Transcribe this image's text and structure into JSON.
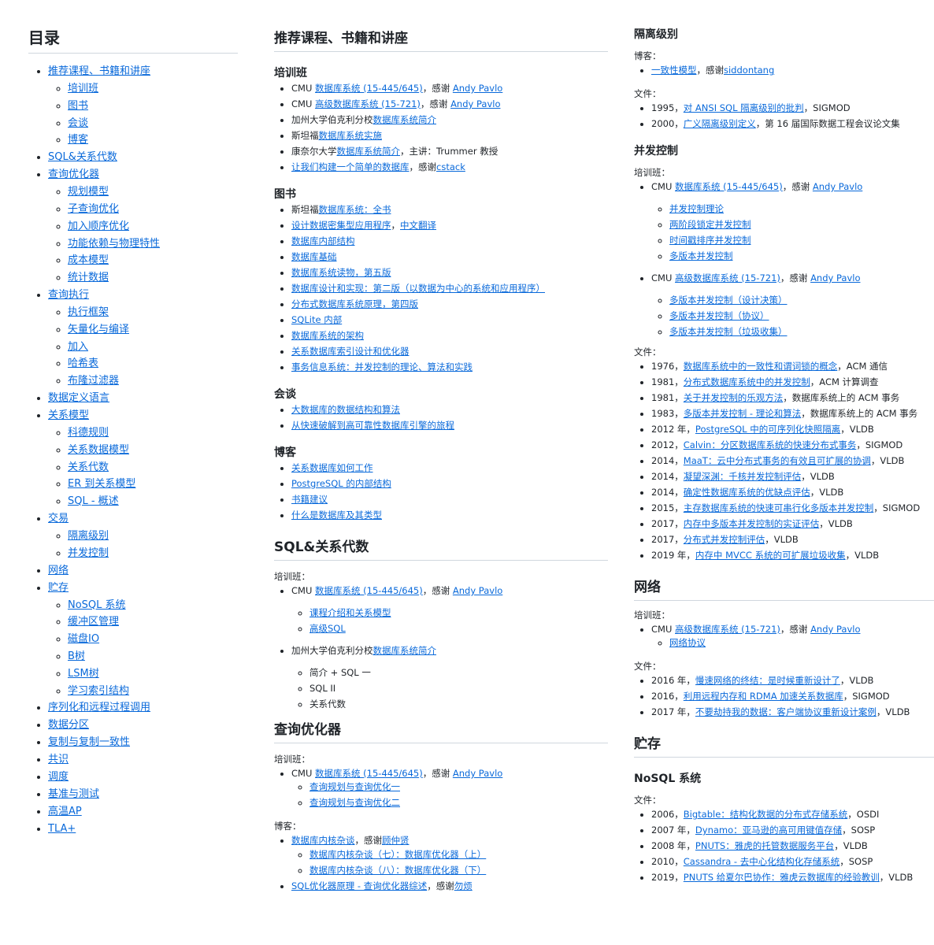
{
  "toc": {
    "title": "目录",
    "items": [
      {
        "label": "推荐课程、书籍和讲座",
        "children": [
          "培训班",
          "图书",
          "会谈",
          "博客"
        ]
      },
      {
        "label": "SQL&关系代数",
        "children": []
      },
      {
        "label": "查询优化器",
        "children": [
          "规划模型",
          "子查询优化",
          "加入顺序优化",
          "功能依赖与物理特性",
          "成本模型",
          "统计数据"
        ]
      },
      {
        "label": "查询执行",
        "children": [
          "执行框架",
          "矢量化与编译",
          "加入",
          "哈希表",
          "布隆过滤器"
        ]
      },
      {
        "label": "数据定义语言",
        "children": []
      },
      {
        "label": "关系模型",
        "children": [
          "科德规则",
          "关系数据模型",
          "关系代数",
          "ER 到关系模型",
          "SQL - 概述"
        ]
      },
      {
        "label": "交易",
        "children": [
          "隔离级别",
          "并发控制"
        ]
      },
      {
        "label": "网络",
        "children": []
      },
      {
        "label": "贮存",
        "children": [
          "NoSQL 系统",
          "缓冲区管理",
          "磁盘IO",
          "B树",
          "LSM树",
          "学习索引结构"
        ]
      },
      {
        "label": "序列化和远程过程调用",
        "children": []
      },
      {
        "label": "数据分区",
        "children": []
      },
      {
        "label": "复制与复制一致性",
        "children": []
      },
      {
        "label": "共识",
        "children": []
      },
      {
        "label": "调度",
        "children": []
      },
      {
        "label": "基准与测试",
        "children": []
      },
      {
        "label": "高温AP",
        "children": []
      },
      {
        "label": "TLA+",
        "children": []
      }
    ]
  },
  "recommend": {
    "title": "推荐课程、书籍和讲座",
    "training": {
      "title": "培训班",
      "items": [
        {
          "pre": "CMU ",
          "link": "数据库系统 (15-445/645)",
          "mid": "，感谢 ",
          "link2": "Andy Pavlo",
          "post": ""
        },
        {
          "pre": "CMU ",
          "link": "高级数据库系统 (15-721)",
          "mid": "，感谢 ",
          "link2": "Andy Pavlo",
          "post": ""
        },
        {
          "pre": "加州大学伯克利分校",
          "link": "数据库系统简介",
          "mid": "",
          "link2": "",
          "post": ""
        },
        {
          "pre": "斯坦福",
          "link": "数据库系统实施",
          "mid": "",
          "link2": "",
          "post": ""
        },
        {
          "pre": "康奈尔大学",
          "link": "数据库系统简介",
          "mid": "，主讲：Trummer 教授",
          "link2": "",
          "post": ""
        },
        {
          "pre": "",
          "link": "让我们构建一个简单的数据库",
          "mid": "，感谢",
          "link2": "cstack",
          "post": ""
        }
      ]
    },
    "books": {
      "title": "图书",
      "items": [
        {
          "pre": "斯坦福",
          "link": "数据库系统：全书",
          "mid": "",
          "link2": "",
          "post": ""
        },
        {
          "pre": "",
          "link": "设计数据密集型应用程序",
          "mid": "，",
          "link2": "中文翻译",
          "post": ""
        },
        {
          "pre": "",
          "link": "数据库内部结构",
          "mid": "",
          "link2": "",
          "post": ""
        },
        {
          "pre": "",
          "link": "数据库基础",
          "mid": "",
          "link2": "",
          "post": ""
        },
        {
          "pre": "",
          "link": "数据库系统读物，第五版",
          "mid": "",
          "link2": "",
          "post": ""
        },
        {
          "pre": "",
          "link": "数据库设计和实现：第二版（以数据为中心的系统和应用程序）",
          "mid": "",
          "link2": "",
          "post": ""
        },
        {
          "pre": "",
          "link": "分布式数据库系统原理，第四版",
          "mid": "",
          "link2": "",
          "post": ""
        },
        {
          "pre": "",
          "link": "SQLite 内部",
          "mid": "",
          "link2": "",
          "post": ""
        },
        {
          "pre": "",
          "link": "数据库系统的架构",
          "mid": "",
          "link2": "",
          "post": ""
        },
        {
          "pre": "",
          "link": "关系数据库索引设计和优化器",
          "mid": "",
          "link2": "",
          "post": ""
        },
        {
          "pre": "",
          "link": "事务信息系统：并发控制的理论、算法和实践",
          "mid": "",
          "link2": "",
          "post": ""
        }
      ]
    },
    "talks": {
      "title": "会谈",
      "items": [
        "大数据库的数据结构和算法",
        "从快速破解到高可靠性数据库引擎的旅程"
      ]
    },
    "blogs": {
      "title": "博客",
      "items": [
        "关系数据库如何工作",
        "PostgreSQL 的内部结构",
        "书籍建议",
        "什么是数据库及其类型"
      ]
    }
  },
  "sqlalg": {
    "title": "SQL&关系代数",
    "training_label": "培训班：",
    "cmu": {
      "pre": "CMU ",
      "link": "数据库系统 (15-445/645)",
      "mid": "，感谢 ",
      "link2": "Andy Pavlo"
    },
    "cmu_children": [
      "课程介绍和关系模型",
      "高级SQL"
    ],
    "berkeley": {
      "pre": "加州大学伯克利分校",
      "link": "数据库系统简介"
    },
    "berkeley_children": [
      "简介 + SQL 一",
      "SQL II",
      "关系代数"
    ]
  },
  "qopt": {
    "title": "查询优化器",
    "training_label": "培训班：",
    "cmu": {
      "pre": "CMU ",
      "link": "数据库系统 (15-445/645)",
      "mid": "，感谢 ",
      "link2": "Andy Pavlo"
    },
    "cmu_children": [
      "查询规划与查询优化一",
      "查询规划与查询优化二"
    ],
    "blog_label": "博客：",
    "blog1": {
      "link": "数据库内核杂谈",
      "mid": "，感谢",
      "link2": "顾仲贤"
    },
    "blog1_children": [
      "数据库内核杂谈（七）：数据库优化器（上）",
      "数据库内核杂谈（八）：数据库优化器（下）"
    ],
    "blog2": {
      "link": "SQL优化器原理 - 查询优化器综述",
      "mid": "，感谢",
      "link2": "勿烦"
    }
  },
  "isolation": {
    "title": "隔离级别",
    "blog_label": "博客：",
    "blog": {
      "link": "一致性模型",
      "mid": "，感谢",
      "link2": "siddontang"
    },
    "files_label": "文件：",
    "files": [
      {
        "pre": "1995，",
        "link": "对 ANSI SQL 隔离级别的批判",
        "post": "，SIGMOD"
      },
      {
        "pre": "2000，",
        "link": "广义隔离级别定义",
        "post": "，第 16 届国际数据工程会议论文集"
      }
    ]
  },
  "concurrency": {
    "title": "并发控制",
    "training_label": "培训班：",
    "cmu1": {
      "pre": "CMU ",
      "link": "数据库系统 (15-445/645)",
      "mid": "，感谢 ",
      "link2": "Andy Pavlo"
    },
    "cmu1_children": [
      "并发控制理论",
      "两阶段锁定并发控制",
      "时间戳排序并发控制",
      "多版本并发控制"
    ],
    "cmu2": {
      "pre": "CMU ",
      "link": "高级数据库系统 (15-721)",
      "mid": "，感谢 ",
      "link2": "Andy Pavlo"
    },
    "cmu2_children": [
      "多版本并发控制（设计决策）",
      "多版本并发控制（协议）",
      "多版本并发控制（垃圾收集）"
    ],
    "files_label": "文件：",
    "files": [
      {
        "pre": "1976，",
        "link": "数据库系统中的一致性和谓词锁的概念",
        "post": "，ACM 通信"
      },
      {
        "pre": "1981，",
        "link": "分布式数据库系统中的并发控制",
        "post": "，ACM 计算调查"
      },
      {
        "pre": "1981，",
        "link": "关于并发控制的乐观方法",
        "post": "，数据库系统上的 ACM 事务"
      },
      {
        "pre": "1983，",
        "link": "多版本并发控制 - 理论和算法",
        "post": "，数据库系统上的 ACM 事务"
      },
      {
        "pre": "2012 年，",
        "link": "PostgreSQL 中的可序列化快照隔离",
        "post": "，VLDB"
      },
      {
        "pre": "2012，",
        "link": "Calvin：分区数据库系统的快速分布式事务",
        "post": "，SIGMOD"
      },
      {
        "pre": "2014，",
        "link": "MaaT：云中分布式事务的有效且可扩展的协调",
        "post": "，VLDB"
      },
      {
        "pre": "2014，",
        "link": "凝望深渊：千核并发控制评估",
        "post": "，VLDB"
      },
      {
        "pre": "2014，",
        "link": "确定性数据库系统的优缺点评估",
        "post": "，VLDB"
      },
      {
        "pre": "2015，",
        "link": "主存数据库系统的快速可串行化多版本并发控制",
        "post": "，SIGMOD"
      },
      {
        "pre": "2017，",
        "link": "内存中多版本并发控制的实证评估",
        "post": "，VLDB"
      },
      {
        "pre": "2017，",
        "link": "分布式并发控制评估",
        "post": "，VLDB"
      },
      {
        "pre": "2019 年，",
        "link": "内存中 MVCC 系统的可扩展垃圾收集",
        "post": "，VLDB"
      }
    ]
  },
  "network": {
    "title": "网络",
    "training_label": "培训班：",
    "cmu": {
      "pre": "CMU ",
      "link": "高级数据库系统 (15-721)",
      "mid": "，感谢 ",
      "link2": "Andy Pavlo"
    },
    "cmu_children": [
      "网络协议"
    ],
    "files_label": "文件：",
    "files": [
      {
        "pre": "2016 年，",
        "link": "慢速网络的终结：是时候重新设计了",
        "post": "，VLDB"
      },
      {
        "pre": "2016，",
        "link": "利用远程内存和 RDMA 加速关系数据库",
        "post": "，SIGMOD"
      },
      {
        "pre": "2017 年，",
        "link": "不要劫持我的数据：客户端协议重新设计案例",
        "post": "，VLDB"
      }
    ]
  },
  "storage": {
    "title": "贮存",
    "nosql_title": "NoSQL 系统",
    "files_label": "文件：",
    "files": [
      {
        "pre": "2006，",
        "link": "Bigtable：结构化数据的分布式存储系统",
        "post": "，OSDI"
      },
      {
        "pre": "2007 年，",
        "link": "Dynamo：亚马逊的高可用键值存储",
        "post": "，SOSP"
      },
      {
        "pre": "2008 年，",
        "link": "PNUTS：雅虎的托管数据服务平台",
        "post": "，VLDB"
      },
      {
        "pre": "2010，",
        "link": "Cassandra - 去中心化结构化存储系统",
        "post": "，SOSP"
      },
      {
        "pre": "2019，",
        "link": "PNUTS 给夏尔巴协作：雅虎云数据库的经验教训",
        "post": "，VLDB"
      }
    ]
  }
}
